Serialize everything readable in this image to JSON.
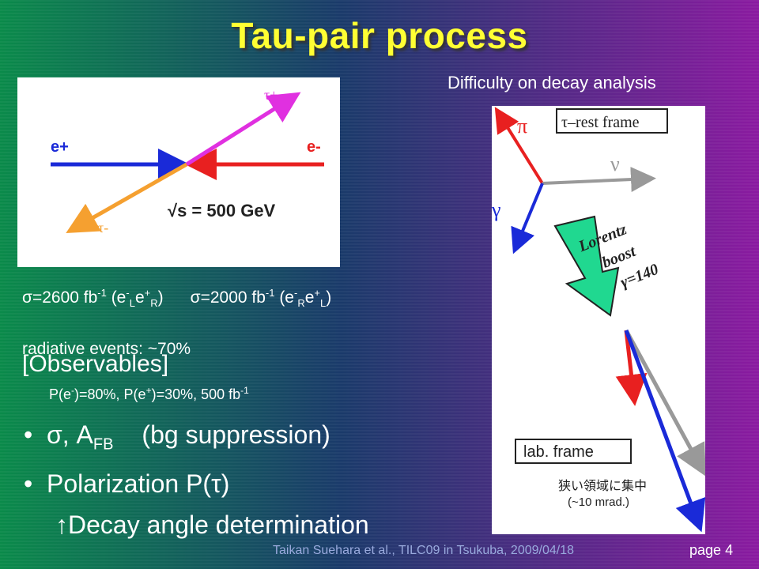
{
  "slide": {
    "title": "Tau-pair process",
    "subtitle_right": "Difficulty on decay analysis",
    "feynman": {
      "eplus": "e+",
      "eminus": "e-",
      "tauplus": "τ+",
      "tauminus": "τ-",
      "energy": "√s = 500 GeV"
    },
    "decay": {
      "rest_frame": "τ–rest frame",
      "pi": "π",
      "nu": "ν",
      "gamma": "γ",
      "boost1": "Lorentz",
      "boost2": "boost",
      "boost3": "γ=140",
      "lab_frame": "lab. frame",
      "jp_note": "狭い領域に集中",
      "mrad": "(~10 mrad.)"
    },
    "sigma": {
      "s1_pre": "σ=2600 fb",
      "s1_exp": "-1",
      "s1_open": " (e",
      "s1_sup1": "-",
      "s1_sub1": "L",
      "s1_mid": "e",
      "s1_sup2": "+",
      "s1_sub2": "R",
      "s1_close": ")",
      "s2_pre": "σ=2000 fb",
      "s2_exp": "-1",
      "s2_open": " (e",
      "s2_sup1": "-",
      "s2_sub1": "R",
      "s2_mid": "e",
      "s2_sup2": "+",
      "s2_sub2": "L",
      "s2_close": ")"
    },
    "radiative": "radiative events: ~70%",
    "observables": {
      "heading": "[Observables]",
      "cond_a": "P(e",
      "cond_a_sup": "-",
      "cond_b": ")=80%, P(e",
      "cond_b_sup": "+",
      "cond_c": ")=30%, 500 fb",
      "cond_c_sup": "-1",
      "bullet1_a": "σ, A",
      "bullet1_sub": "FB",
      "bullet1_b": "(bg suppression)",
      "bullet2": "Polarization P(τ)",
      "bullet3": "↑Decay angle determination"
    },
    "footer": "Taikan Suehara et al., TILC09 in Tsukuba, 2009/04/18",
    "page_label": "page",
    "page_number": "4"
  }
}
